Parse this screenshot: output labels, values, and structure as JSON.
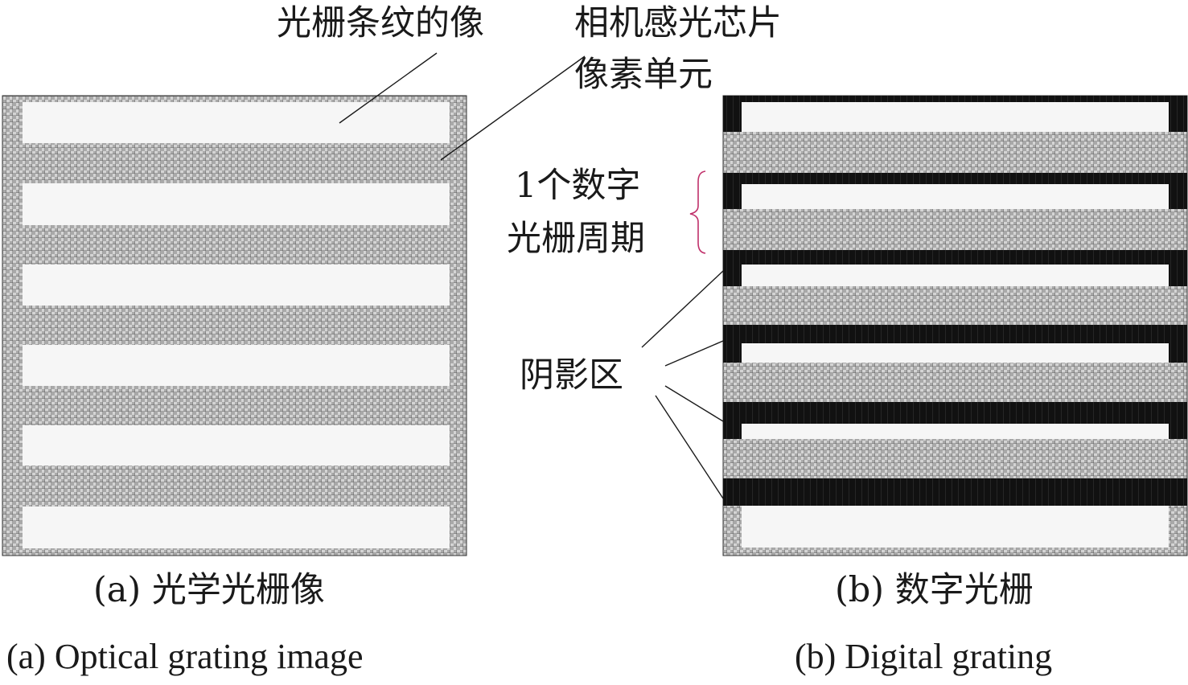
{
  "labels": {
    "grating_fringe_image": "光栅条纹的像",
    "sensor_pixel_unit_line1": "相机感光芯片",
    "sensor_pixel_unit_line2": "像素单元",
    "digital_period_line1": "1个数字",
    "digital_period_line2": "光栅周期",
    "shadow_region": "阴影区"
  },
  "captions": {
    "a_cn": "(a) 光学光栅像",
    "a_en": "(a) Optical grating image",
    "b_cn": "(b) 数字光栅",
    "b_en": "(b) Digital grating"
  },
  "colors": {
    "text": "#1a1a1a",
    "grid_line": "#444444",
    "pixel_fill": "#cfcfcf",
    "shadow_fill": "#111111",
    "brace": "#c0306a"
  }
}
